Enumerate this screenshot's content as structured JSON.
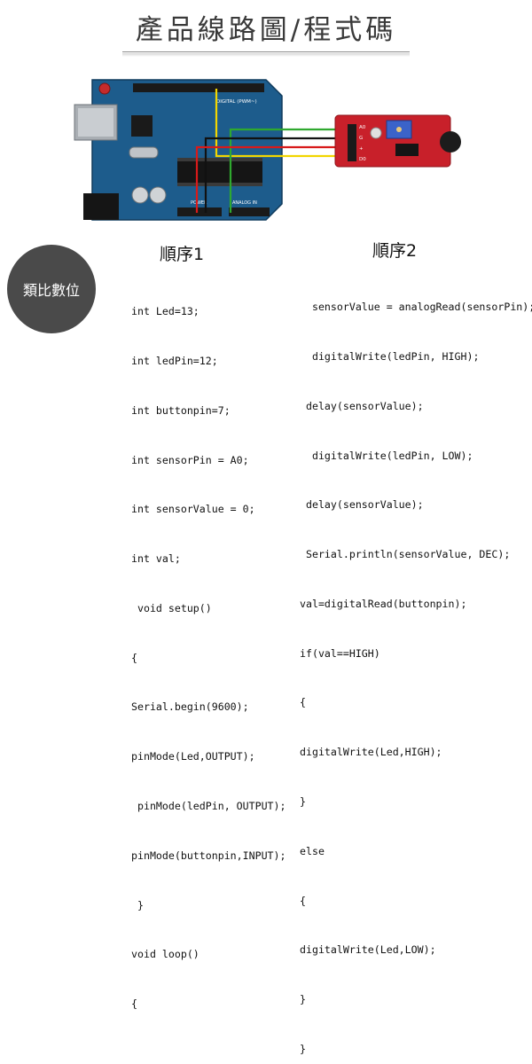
{
  "title": "產品線路圖/程式碼",
  "badge": "類比數位",
  "sequence1": {
    "heading": "順序1",
    "lines": [
      "int Led=13;",
      "int ledPin=12;",
      "int buttonpin=7;",
      "int sensorPin = A0;",
      "int sensorValue = 0;",
      "int val;",
      " void setup()",
      "{",
      "Serial.begin(9600);",
      "pinMode(Led,OUTPUT);",
      " pinMode(ledPin, OUTPUT);",
      "pinMode(buttonpin,INPUT);",
      " }",
      "void loop()",
      "{"
    ]
  },
  "sequence2": {
    "heading": "順序2",
    "lines": [
      "  sensorValue = analogRead(sensorPin);",
      "  digitalWrite(ledPin, HIGH);",
      " delay(sensorValue);",
      "  digitalWrite(ledPin, LOW);",
      " delay(sensorValue);",
      " Serial.println(sensorValue, DEC);",
      "val=digitalRead(buttonpin);",
      "if(val==HIGH)",
      "{",
      "digitalWrite(Led,HIGH);",
      "}",
      "else",
      "{",
      "digitalWrite(Led,LOW);",
      "}",
      "}"
    ]
  },
  "board": {
    "digital_label": "DIGITAL (PWM~)",
    "analog_label": "ANALOG IN",
    "power_label": "POWER",
    "colors": {
      "pcb": "#1d5c8c",
      "module_pcb": "#c8202a",
      "wire_yellow": "#f2d600",
      "wire_green": "#2fa82f",
      "wire_red": "#d81a1a",
      "wire_black": "#111111"
    }
  },
  "module": {
    "pin_labels": [
      "A0",
      "G",
      "+",
      "D0"
    ]
  }
}
